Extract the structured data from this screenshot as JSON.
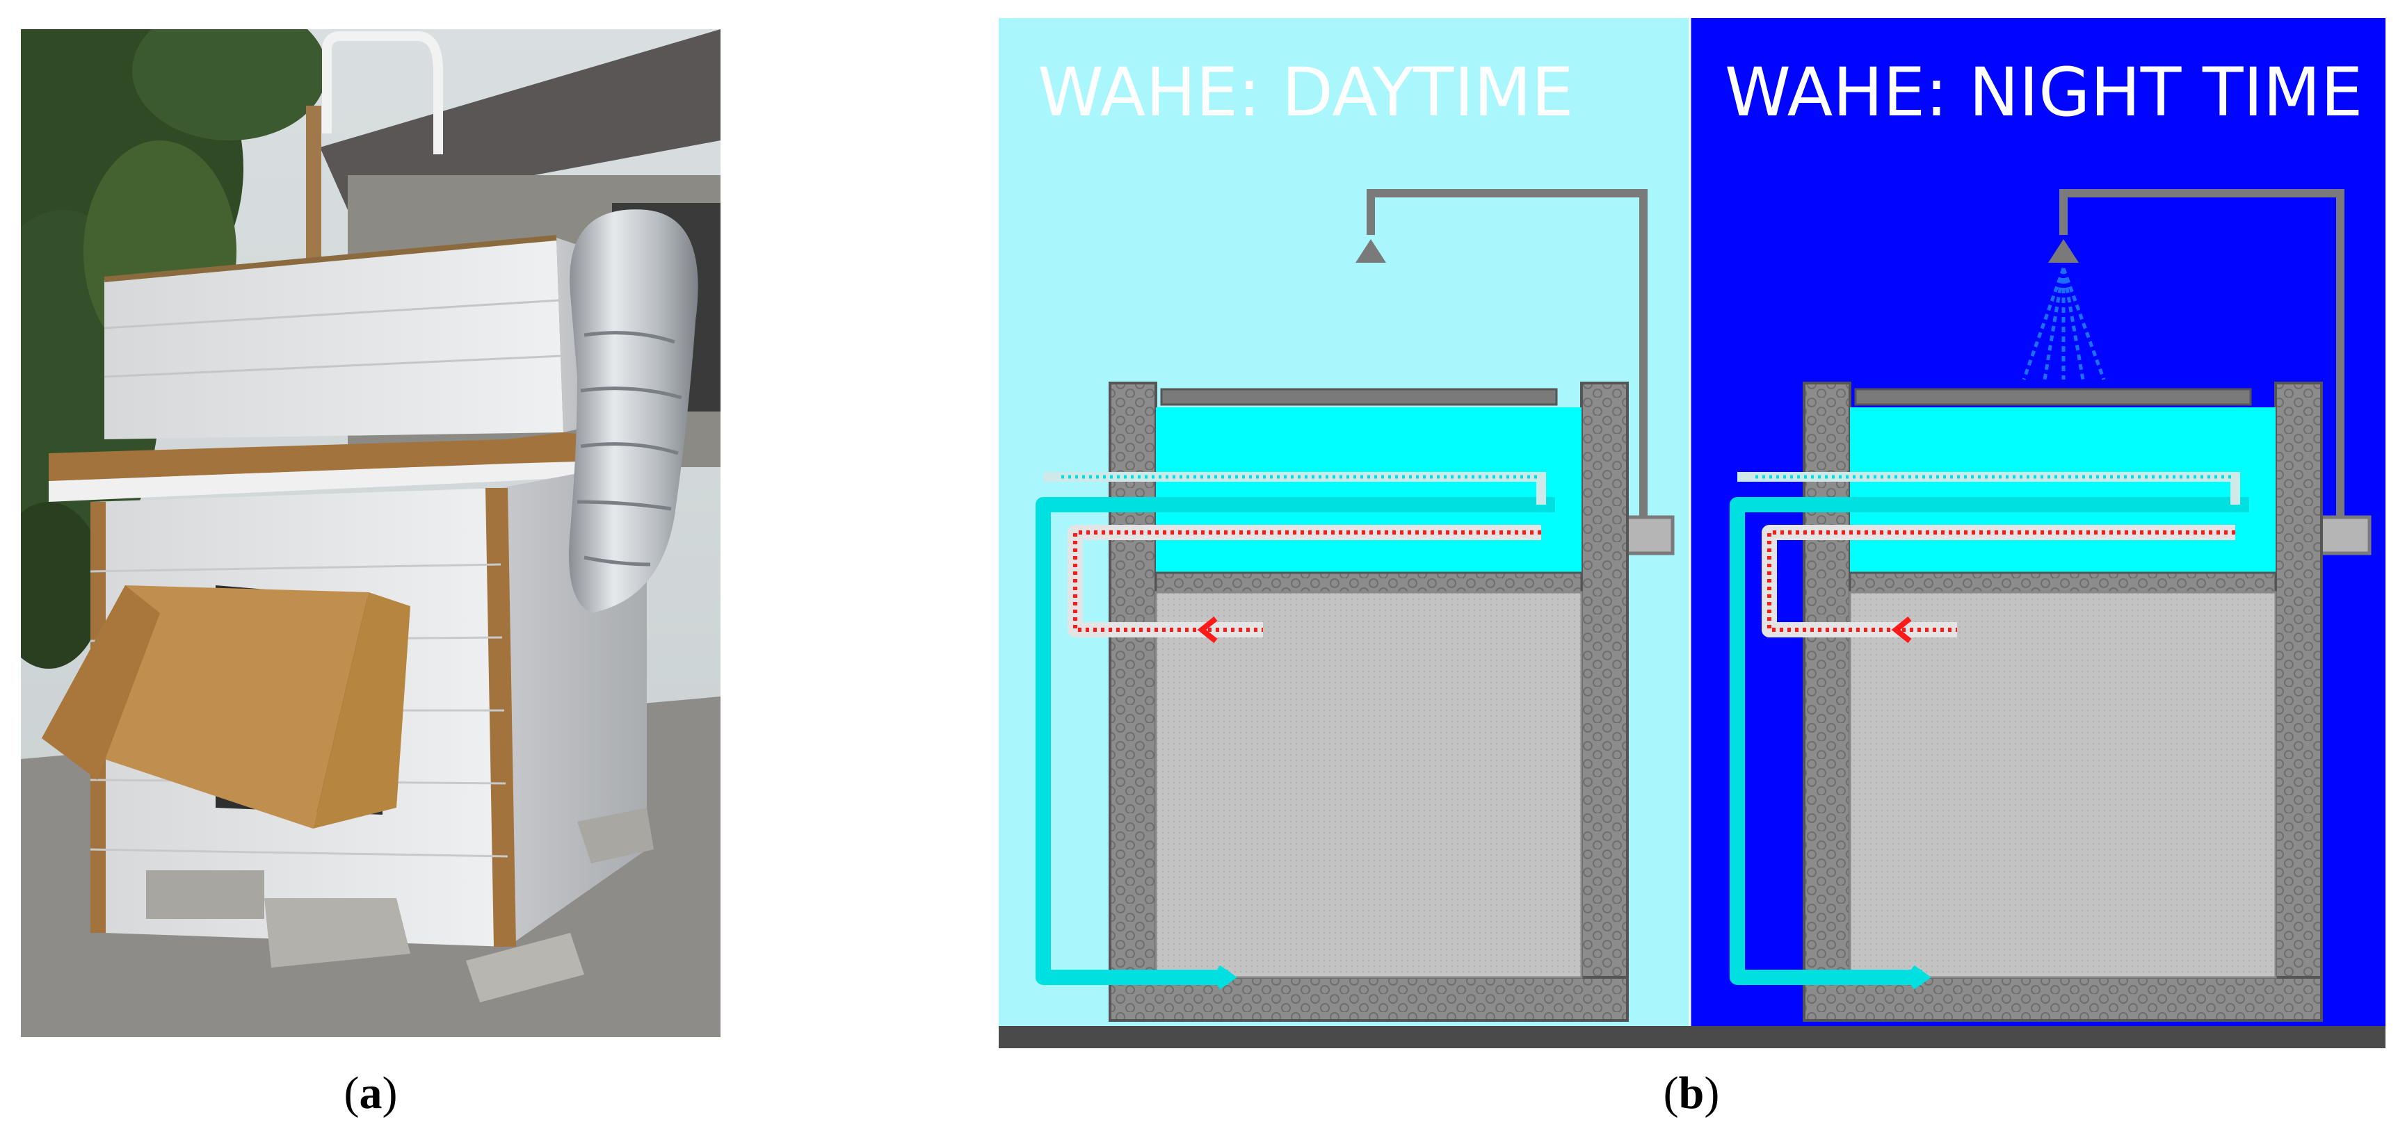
{
  "panel_a": {
    "caption_open": "(",
    "caption_letter": "a",
    "caption_close": ")"
  },
  "panel_b": {
    "caption_open": "(",
    "caption_letter": "b",
    "caption_close": ")",
    "day_label": "WAHE: DAYTIME",
    "night_label": "WAHE: NIGHT TIME"
  },
  "colors": {
    "day_sky": "#a9f6fd",
    "night_sky": "#0005ff",
    "water": "#00ffff",
    "insulation": "#808080",
    "room": "#c4c4c4",
    "warm_flow": "#ff1a1a",
    "cool_flow": "#00e0e0",
    "ground": "#4a4a4a"
  }
}
